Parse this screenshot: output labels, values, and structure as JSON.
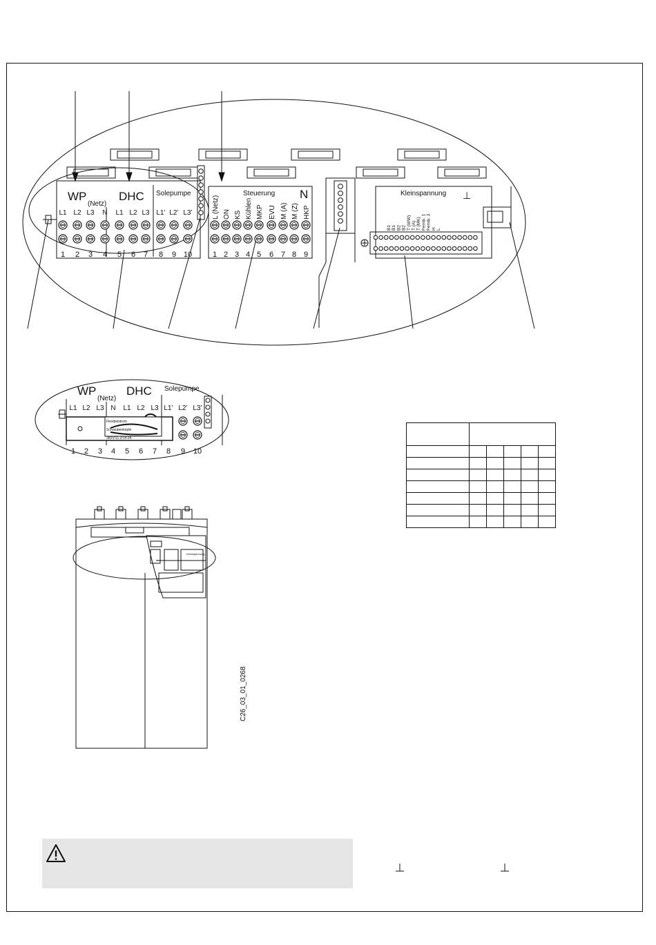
{
  "main_panel": {
    "wp_label": "WP",
    "netz_label": "(Netz)",
    "dhc_label": "DHC",
    "solepumpe_label": "Solepumpe",
    "phase_labels": [
      "L1",
      "L2",
      "L3",
      "N",
      "L1",
      "L2",
      "L3",
      "L1’",
      "L2’",
      "L3’"
    ],
    "terminal_numbers": [
      "1",
      "2",
      "3",
      "4",
      "5",
      "6",
      "7",
      "8",
      "9",
      "10"
    ],
    "steuerung_label": "Steuerung",
    "n_label": "N",
    "steuerung_signals": [
      "L (Netz)",
      "ON",
      "KS",
      "Kühlen",
      "MKP",
      "EVU",
      "M (A)",
      "M (Z)",
      "HKP"
    ],
    "steuerung_numbers": [
      "1",
      "2",
      "3",
      "4",
      "5",
      "6",
      "7",
      "8",
      "9"
    ],
    "kleinspannung_label": "Kleinspannung",
    "kleinspannung_signals": [
      "B1",
      "B1",
      "B2",
      "B2",
      "T (WW)",
      "T (A)",
      "T (MK)",
      "Fernb. 1",
      "Fernb. 3",
      "H",
      "L"
    ]
  },
  "detail_panel": {
    "wp_label": "WP",
    "netz_label": "(Netz)",
    "dhc_label": "DHC",
    "solepumpe_label": "Solepumpe",
    "phase_labels": [
      "L1",
      "L2",
      "L3",
      "N",
      "L1",
      "L2",
      "L3",
      "L1’",
      "L2’",
      "L3’"
    ],
    "terminal_numbers": [
      "1",
      "2",
      "3",
      "4",
      "5",
      "6",
      "7",
      "8",
      "9",
      "10"
    ],
    "bridge_line1": "Flexibelstrom",
    "bridge_line2": "Schraubenköpfe",
    "bridge_line3": "380V/11.2/14.04"
  },
  "device": {
    "kleinspannung_label": "Kleinspannung"
  },
  "figure_code": "C26_03_01_0268",
  "table": {
    "rows": 7,
    "cols": 5
  },
  "icons": {
    "warning": "warning-triangle-icon",
    "ground": "ground-symbol-icon"
  }
}
